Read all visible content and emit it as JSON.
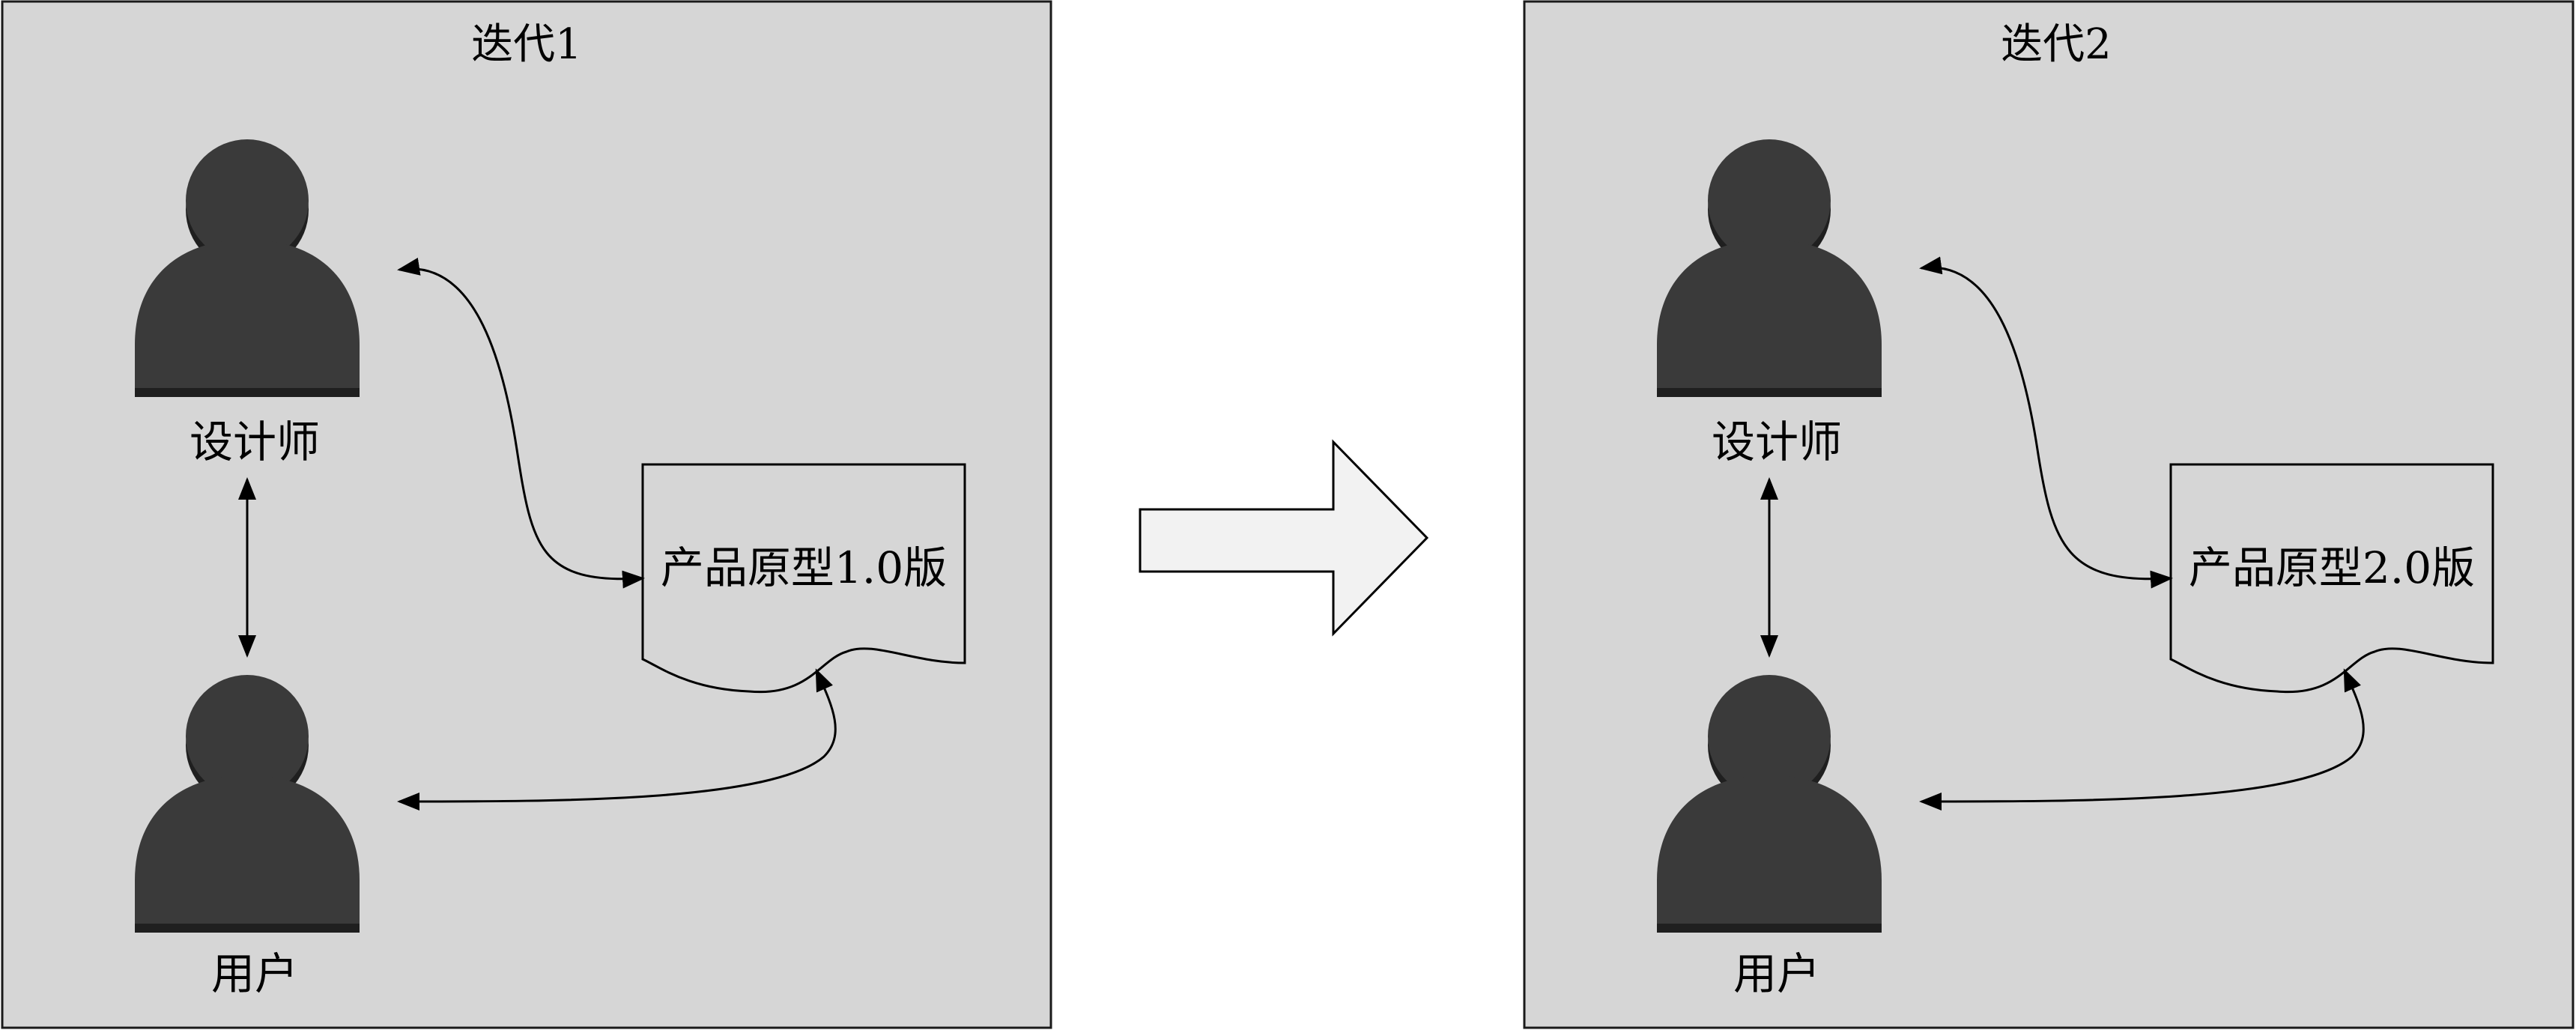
{
  "colors": {
    "background": "#ffffff",
    "panel_fill": "#d6d6d6",
    "panel_stroke": "#1a1a1a",
    "person_fill": "#3a3a3a",
    "person_shadow": "#1f1f1f",
    "document_fill": "#d6d6d6",
    "connector": "#000000",
    "process_arrow_fill": "#f2f2f2"
  },
  "icons": {
    "person": "person-icon",
    "document": "document-icon",
    "process_arrow": "right-arrow-icon"
  },
  "panels": [
    {
      "title": "迭代1",
      "designer_label": "设计师",
      "user_label": "用户",
      "document_label": "产品原型1.0版"
    },
    {
      "title": "迭代2",
      "designer_label": "设计师",
      "user_label": "用户",
      "document_label": "产品原型2.0版"
    }
  ]
}
